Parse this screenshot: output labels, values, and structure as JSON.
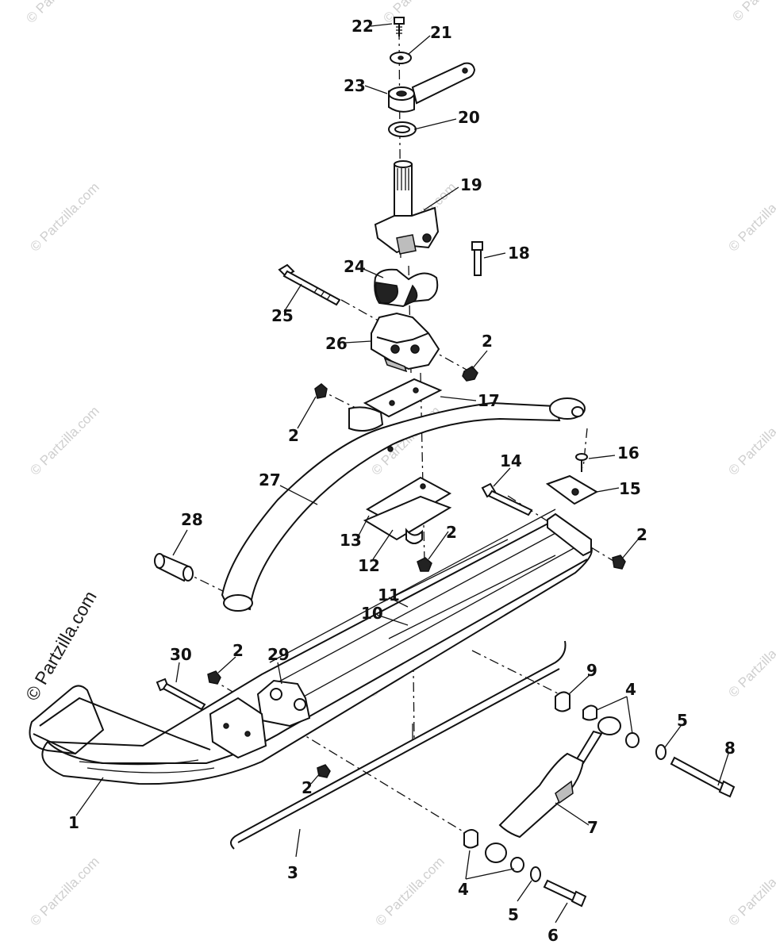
{
  "watermark": "© Partzilla.com",
  "labels": {
    "l1": "1",
    "l2a": "2",
    "l2b": "2",
    "l2c": "2",
    "l2d": "2",
    "l2e": "2",
    "l2f": "2",
    "l3": "3",
    "l4a": "4",
    "l4b": "4",
    "l5a": "5",
    "l5b": "5",
    "l6": "6",
    "l7": "7",
    "l8": "8",
    "l9": "9",
    "l10": "10",
    "l11": "11",
    "l12": "12",
    "l13": "13",
    "l14": "14",
    "l15": "15",
    "l16": "16",
    "l17": "17",
    "l18": "18",
    "l19": "19",
    "l20": "20",
    "l21": "21",
    "l22": "22",
    "l23": "23",
    "l24": "24",
    "l25": "25",
    "l26": "26",
    "l27": "27",
    "l28": "28",
    "l29": "29",
    "l30": "30"
  }
}
